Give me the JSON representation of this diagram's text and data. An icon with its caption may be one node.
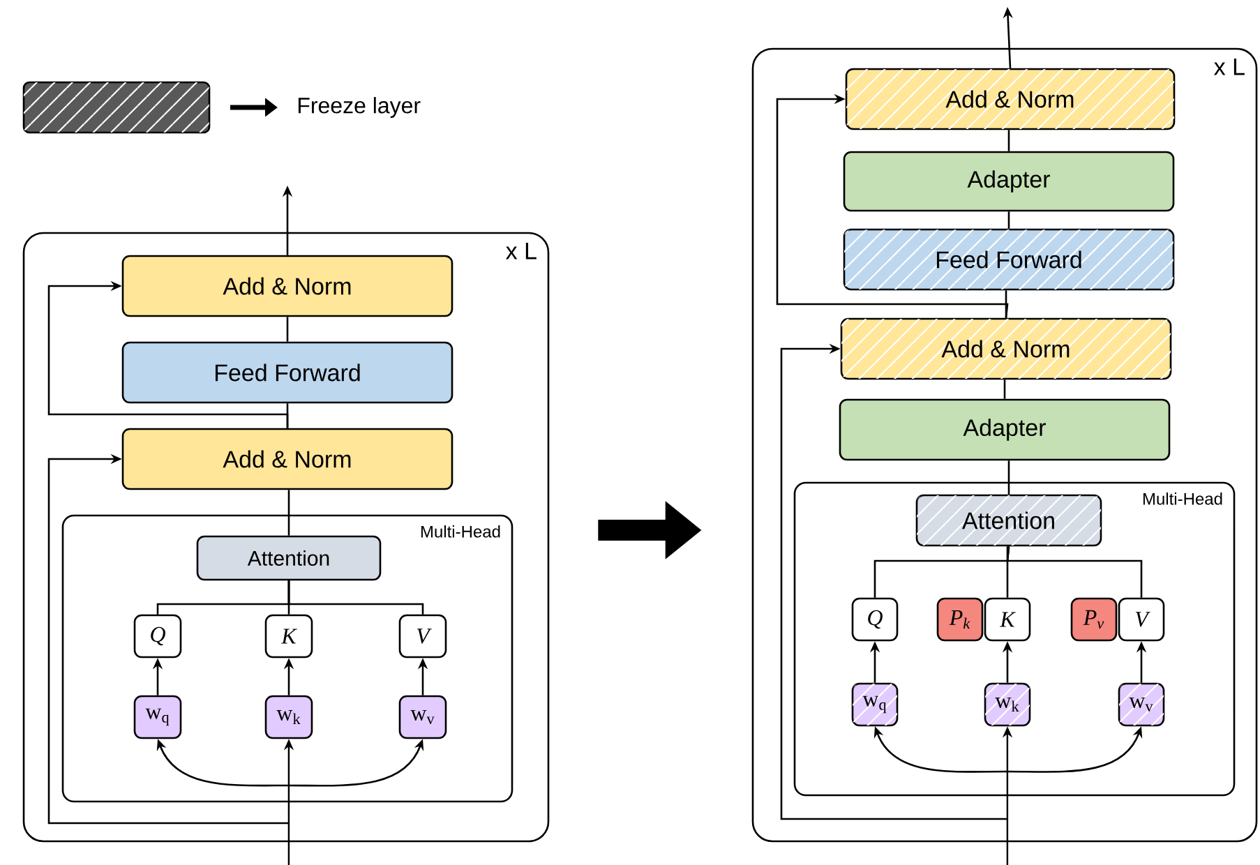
{
  "diagram": {
    "nodes": [
      {
        "text": [
          "x L"
        ]
      },
      {
        "text": [
          "Add & Norm"
        ],
        "in": 0
      },
      {
        "text": [
          "Feed Forward"
        ],
        "in": 0
      },
      {
        "text": [
          "Add & Norm"
        ],
        "in": 0
      },
      {
        "text": [
          "Multi-Head"
        ],
        "in": 0
      },
      {
        "text": [
          "Attention"
        ],
        "in": 4
      },
      {
        "text": [
          "Q"
        ],
        "in": 4
      },
      {
        "text": [
          "K"
        ],
        "in": 4
      },
      {
        "text": [
          "V"
        ],
        "in": 4
      },
      {
        "text": [
          "w$_{q}$"
        ],
        "in": 4
      },
      {
        "text": [
          "w$_{k}$"
        ],
        "in": 4
      },
      {
        "text": [
          "w$_{v}$"
        ],
        "in": 4
      },
      {
        "text": [
          "x L"
        ]
      },
      {
        "text": [
          "Add & Norm"
        ],
        "in": 12
      },
      {
        "text": [
          "Adapter"
        ],
        "in": 12
      },
      {
        "text": [
          "Feed Forward"
        ],
        "in": 12
      },
      {
        "text": [
          "Add & Norm"
        ],
        "in": 12
      },
      {
        "text": [
          "Adapter"
        ],
        "in": 12
      },
      {
        "text": [
          "Multi-Head"
        ],
        "in": 12
      },
      {
        "text": [
          "Attention"
        ],
        "in": 18
      },
      {
        "text": [
          "Q"
        ],
        "in": 18
      },
      {
        "text": [
          "P$_{k}$"
        ],
        "in": 18
      },
      {
        "text": [
          "K"
        ],
        "in": 18
      },
      {
        "text": [
          "P$_{v}$"
        ],
        "in": 18
      },
      {
        "text": [
          "V"
        ],
        "in": 18
      },
      {
        "text": [
          "w$_{q}$"
        ],
        "in": 18
      },
      {
        "text": [
          "w$_{k}$"
        ],
        "in": 18
      },
      {
        "text": [
          "w$_{v}$"
        ],
        "in": 18
      }
    ],
    "edges": [
      {
        "from": null,
        "to": 10,
        "arrow": "to"
      },
      {
        "from": null,
        "to": 9,
        "arrow": "to"
      },
      {
        "from": null,
        "to": 11,
        "arrow": "to"
      },
      {
        "from": null,
        "to": 3,
        "arrow": "to"
      },
      {
        "from": 9,
        "to": 6,
        "arrow": "to"
      },
      {
        "from": 10,
        "to": 7,
        "arrow": "to"
      },
      {
        "from": 11,
        "to": 8,
        "arrow": "to"
      },
      {
        "from": 6,
        "to": 5,
        "arrow": "none"
      },
      {
        "from": 7,
        "to": 5,
        "arrow": "none"
      },
      {
        "from": 8,
        "to": 5,
        "arrow": "none"
      },
      {
        "from": 5,
        "to": 3,
        "arrow": "none"
      },
      {
        "from": 3,
        "to": 2,
        "arrow": "none"
      },
      {
        "from": 2,
        "to": 1,
        "arrow": "none"
      },
      {
        "from": 3,
        "to": 1,
        "arrow": "to"
      },
      {
        "from": 1,
        "to": null,
        "arrow": "to"
      },
      {
        "from": 0,
        "to": 12,
        "arrow": "to",
        "style": "thick"
      },
      {
        "from": null,
        "to": 26,
        "arrow": "to"
      },
      {
        "from": null,
        "to": 25,
        "arrow": "to"
      },
      {
        "from": null,
        "to": 27,
        "arrow": "to"
      },
      {
        "from": null,
        "to": 16,
        "arrow": "to"
      },
      {
        "from": 25,
        "to": 20,
        "arrow": "to"
      },
      {
        "from": 26,
        "to": 22,
        "arrow": "to"
      },
      {
        "from": 27,
        "to": 24,
        "arrow": "to"
      },
      {
        "from": 20,
        "to": 19,
        "arrow": "none"
      },
      {
        "from": 22,
        "to": 19,
        "arrow": "none"
      },
      {
        "from": 24,
        "to": 19,
        "arrow": "none"
      },
      {
        "from": 19,
        "to": 17,
        "arrow": "none"
      },
      {
        "from": 17,
        "to": 16,
        "arrow": "none"
      },
      {
        "from": 16,
        "to": 15,
        "arrow": "none"
      },
      {
        "from": 15,
        "to": 14,
        "arrow": "none"
      },
      {
        "from": 14,
        "to": 13,
        "arrow": "none"
      },
      {
        "from": 16,
        "to": 13,
        "arrow": "to"
      },
      {
        "from": 13,
        "to": null,
        "arrow": "to"
      }
    ],
    "legend": [
      {
        "text": "Freeze layer"
      }
    ]
  }
}
